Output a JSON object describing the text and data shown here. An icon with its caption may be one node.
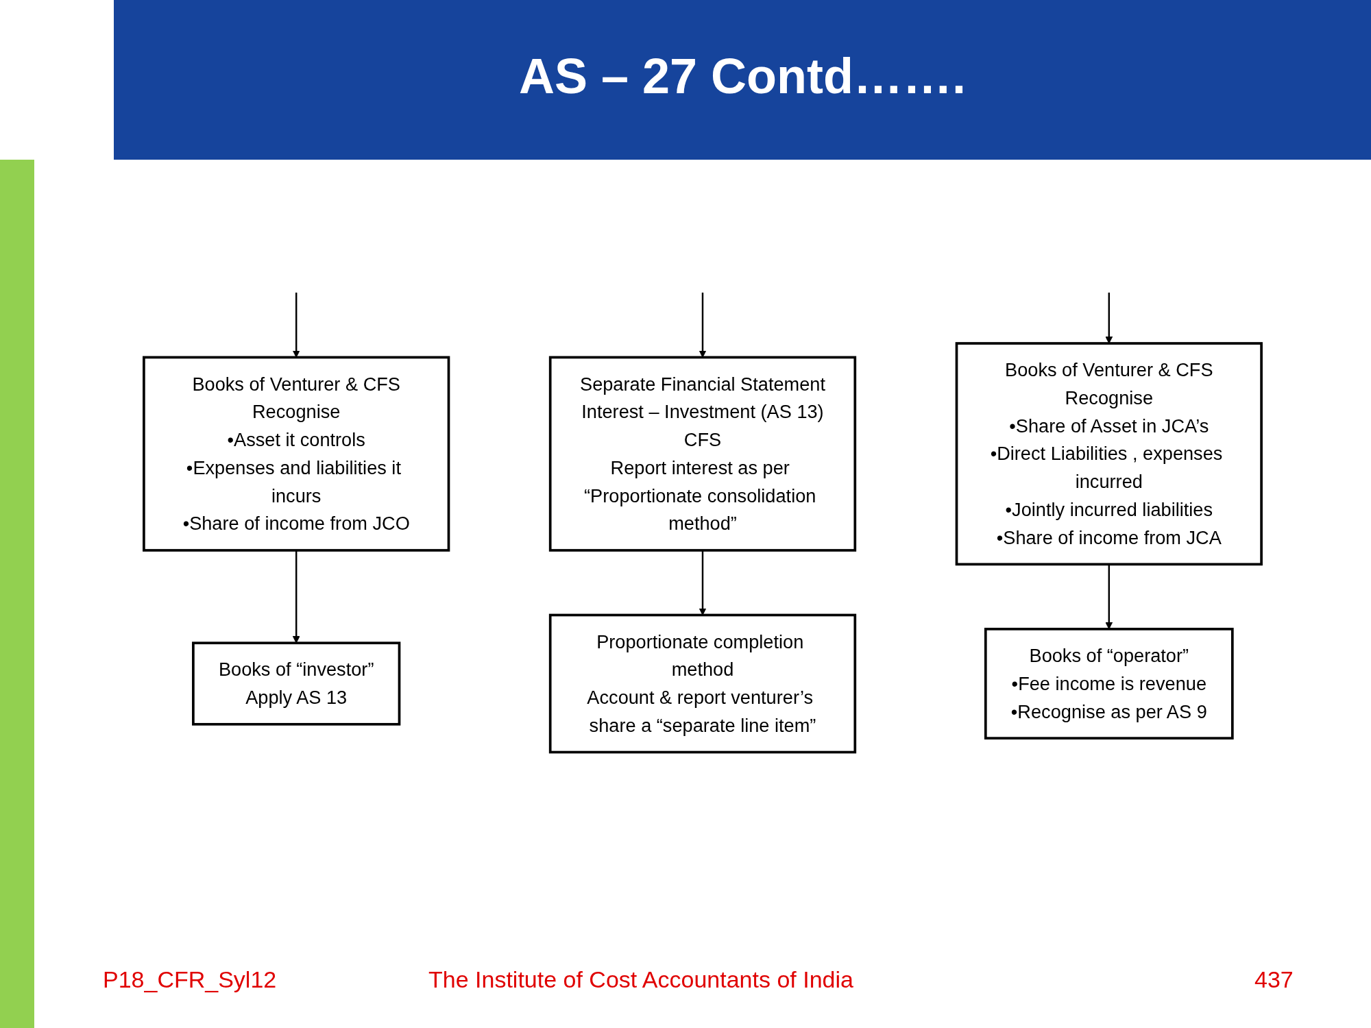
{
  "diagram": {
    "title": "AS – 27 Contd…….",
    "nodes": [
      {
        "text": [
          "Books of Venturer & CFS",
          "Recognise",
          "•Asset it controls",
          "•Expenses and liabilities it incurs",
          "•Share of income from JCO"
        ]
      },
      {
        "text": [
          "Separate Financial Statement",
          "Interest – Investment (AS 13)",
          "CFS",
          "Report interest as per “Proportionate consolidation method”"
        ]
      },
      {
        "text": [
          "Books of Venturer & CFS",
          "Recognise",
          "•Share of Asset in JCA’s",
          "•Direct Liabilities , expenses incurred",
          "•Jointly incurred liabilities",
          "•Share of income from JCA"
        ]
      },
      {
        "text": [
          "Books of “investor”",
          "Apply AS 13"
        ]
      },
      {
        "text": [
          "Proportionate completion method",
          "Account & report venturer’s share a “separate line item”"
        ]
      },
      {
        "text": [
          "Books of “operator”",
          "•Fee income is revenue",
          "•Recognise as per AS 9"
        ]
      }
    ],
    "edges": [
      {
        "from": null,
        "to": 0,
        "arrow": "to"
      },
      {
        "from": null,
        "to": 1,
        "arrow": "to"
      },
      {
        "from": null,
        "to": 2,
        "arrow": "to"
      },
      {
        "from": 0,
        "to": 3,
        "arrow": "to"
      },
      {
        "from": 1,
        "to": 4,
        "arrow": "to"
      },
      {
        "from": 2,
        "to": 5,
        "arrow": "to"
      }
    ],
    "labels": [
      "P18_CFR_Syl12",
      "The Institute of Cost Accountants of India",
      "437"
    ]
  }
}
